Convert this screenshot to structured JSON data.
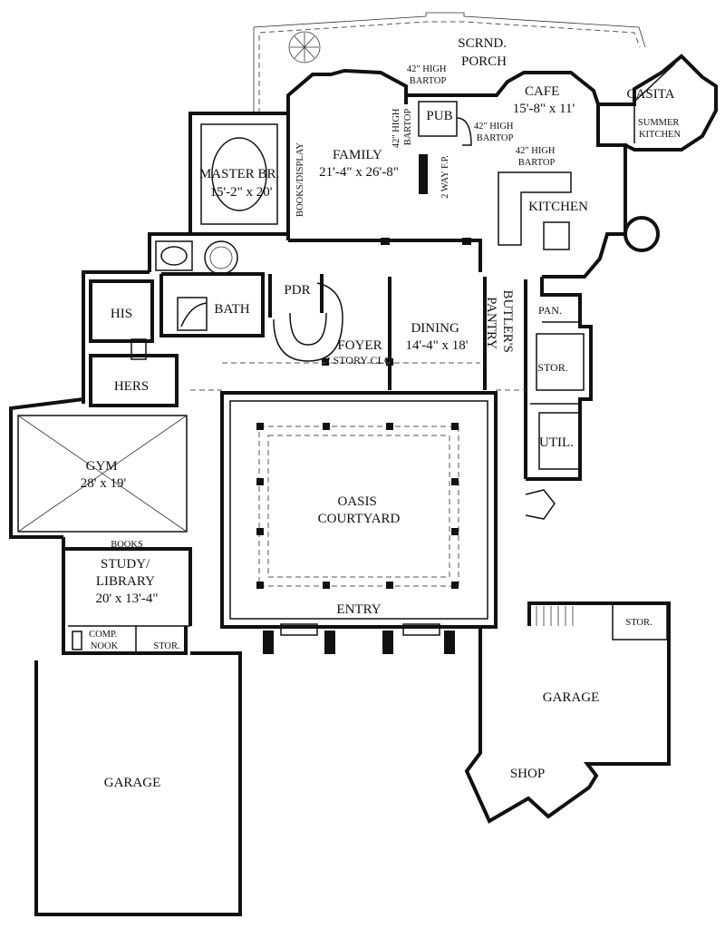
{
  "rooms": {
    "screened_porch": [
      "SCRND.",
      "PORCH"
    ],
    "bartop_porch_1": [
      "42\" HIGH",
      "BARTOP"
    ],
    "bartop_pub": [
      "42\" HIGH",
      "BARTOP"
    ],
    "bartop_pub_right": [
      "42\" HIGH",
      "BARTOP"
    ],
    "bartop_kitchen": [
      "42\" HIGH",
      "BARTOP"
    ],
    "pub": "PUB",
    "cafe": [
      "CAFE",
      "15'-8\" x 11'"
    ],
    "casita": "CASITA",
    "summer_kitchen": [
      "SUMMER",
      "KITCHEN"
    ],
    "family": [
      "FAMILY",
      "21'-4\" x 26'-8\""
    ],
    "books_display": "BOOKS/DISPLAY",
    "fireplace": "2 WAY F.P.",
    "kitchen": "KITCHEN",
    "master_br": [
      "MASTER BR.",
      "15'-2\" x 20'"
    ],
    "bath": "BATH",
    "pdr": "PDR",
    "his": "HIS",
    "hers": "HERS",
    "foyer": [
      "FOYER",
      "2 STORY CLG."
    ],
    "dining": [
      "DINING",
      "14'-4\" x 18'"
    ],
    "butlers_pantry": [
      "BUTLER'S",
      "PANTRY"
    ],
    "pan": "PAN.",
    "stor_pantry": "STOR.",
    "util": "UTIL.",
    "gym": [
      "GYM",
      "28' x 19'"
    ],
    "courtyard": [
      "OASIS",
      "COURTYARD"
    ],
    "books": "BOOKS",
    "study": [
      "STUDY/",
      "LIBRARY",
      "20' x 13'-4\""
    ],
    "entry": "ENTRY",
    "comp_nook": [
      "COMP.",
      "NOOK"
    ],
    "stor_study": "STOR.",
    "stor_garage": "STOR.",
    "garage_right": "GARAGE",
    "shop": "SHOP",
    "garage_left": "GARAGE"
  }
}
